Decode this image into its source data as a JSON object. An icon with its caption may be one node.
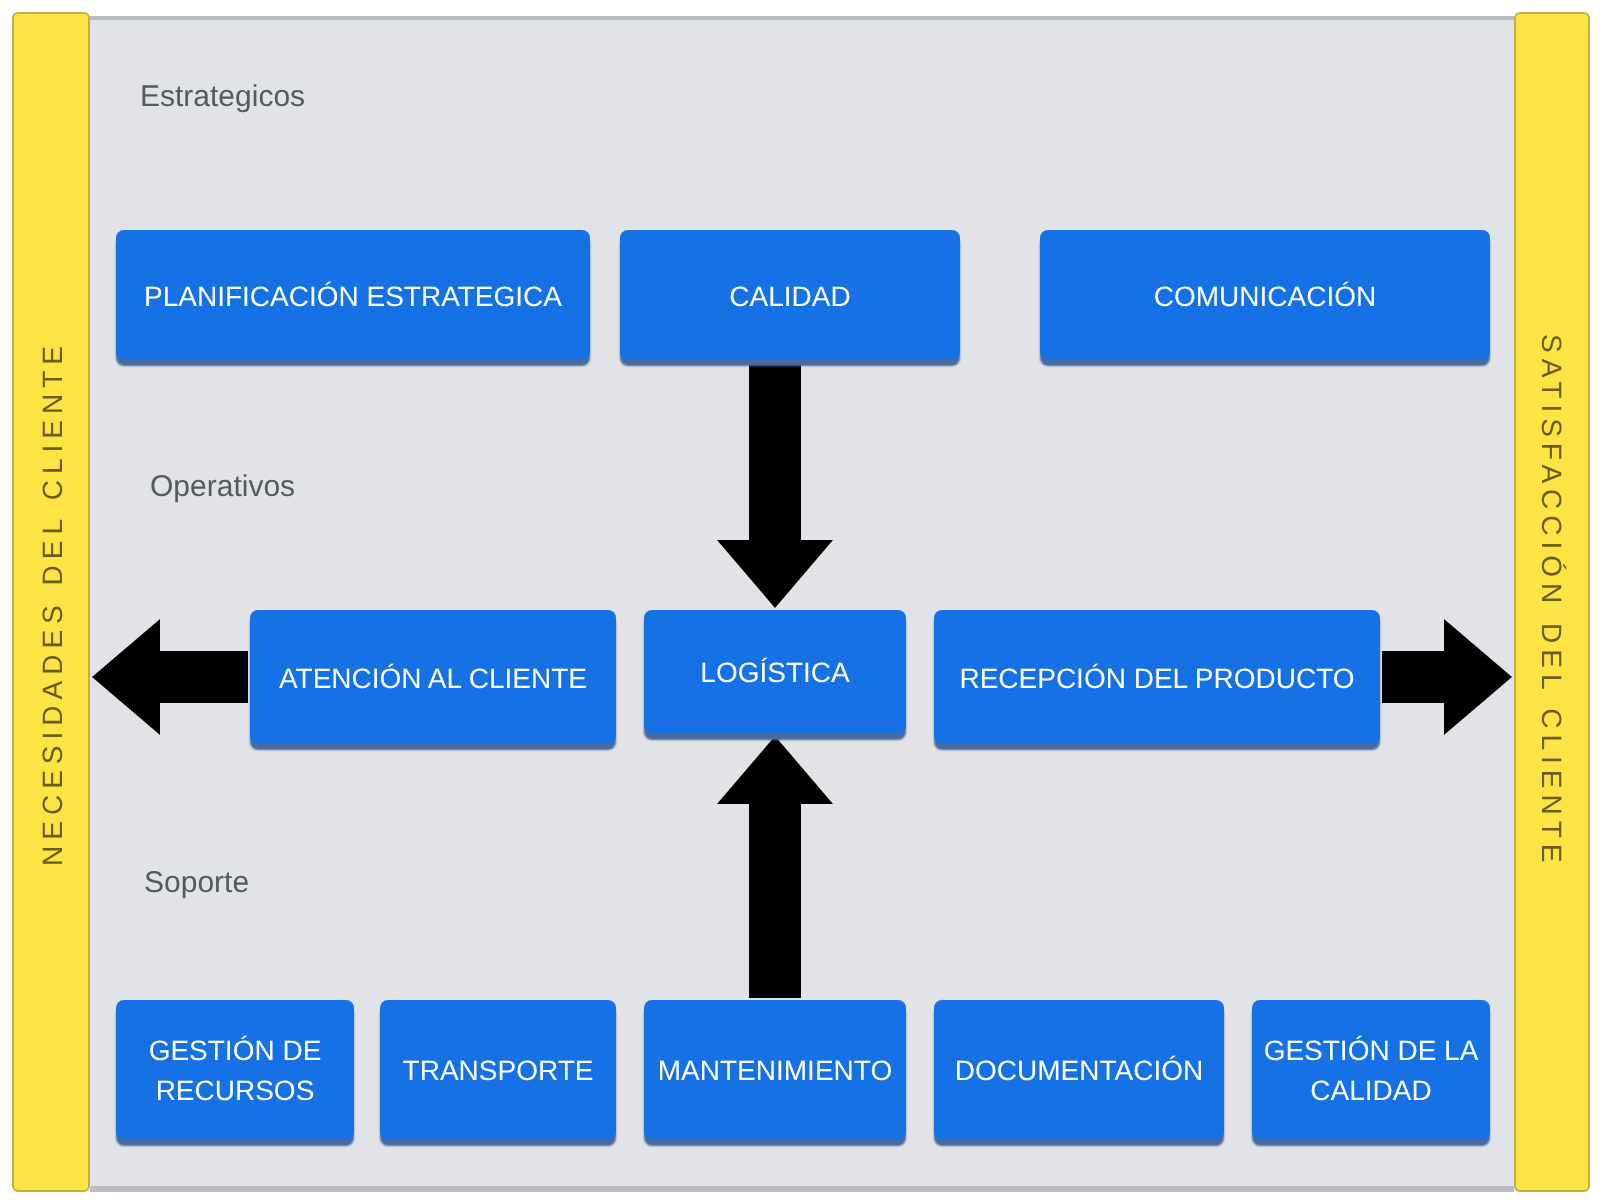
{
  "diagram": {
    "nodes": [
      {
        "text": [
          "NECESIDADES DEL CLIENTE"
        ]
      },
      {
        "text": [
          "PLANIFICACIÓN ESTRATEGICA"
        ]
      },
      {
        "text": [
          "CALIDAD"
        ]
      },
      {
        "text": [
          "COMUNICACIÓN"
        ]
      },
      {
        "text": [
          "ATENCIÓN AL CLIENTE"
        ]
      },
      {
        "text": [
          "LOGÍSTICA"
        ]
      },
      {
        "text": [
          "RECEPCIÓN DEL PRODUCTO"
        ]
      },
      {
        "text": [
          "GESTIÓN DE RECURSOS"
        ]
      },
      {
        "text": [
          "TRANSPORTE"
        ]
      },
      {
        "text": [
          "MANTENIMIENTO"
        ]
      },
      {
        "text": [
          "DOCUMENTACIÓN"
        ]
      },
      {
        "text": [
          "GESTIÓN DE LA CALIDAD"
        ]
      },
      {
        "text": [
          "SATISFACCIÓN DEL CLIENTE"
        ]
      }
    ],
    "edges": [
      {
        "from": 2,
        "to": 5,
        "arrow": "to"
      },
      {
        "from": 4,
        "to": 0,
        "arrow": "to"
      },
      {
        "from": 6,
        "to": 12,
        "arrow": "to"
      },
      {
        "from": 9,
        "to": 5,
        "arrow": "to"
      }
    ],
    "labels": [
      "Estrategicos",
      "Operativos",
      "Soporte"
    ]
  }
}
